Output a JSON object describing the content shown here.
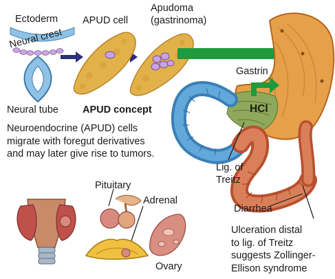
{
  "labels": {
    "ectoderm": "Ectoderm",
    "neural_crest": "Neural crest",
    "neural_tube": "Neural tube",
    "apud_cell": "APUD cell",
    "apudoma_line1": "Apudoma",
    "apudoma_line2": "(gastrinoma)",
    "apud_concept": "APUD concept",
    "gastrin": "Gastrin",
    "hcl": "HCl",
    "lig_treitz_line1": "Lig. of",
    "lig_treitz_line2": "Treitz",
    "diarrhea": "Diarrhea",
    "pituitary": "Pituitary",
    "adrenal": "Adrenal",
    "ovary": "Ovary"
  },
  "description_lines": [
    "Neuroendocrine (APUD) cells",
    "migrate with foregut derivatives",
    "and may later give rise to tumors."
  ],
  "ulceration_lines": [
    "Ulceration distal",
    "to lig. of Treitz",
    "suggests Zollinger-",
    "Ellison syndrome"
  ],
  "colors": {
    "pancreas": "#e2b24a",
    "pancreas_dark": "#b98326",
    "stomach": "#e6a04a",
    "stomach_dark": "#b8641f",
    "duodenum": "#4c94c8",
    "jejunum": "#d4744e",
    "arrow_navy": "#2c2f7a",
    "arrow_green": "#1f9a3c",
    "hcl_region": "#8fa85a",
    "ectoderm": "#8fc3e6",
    "neural_crest": "#c8a8d8"
  }
}
